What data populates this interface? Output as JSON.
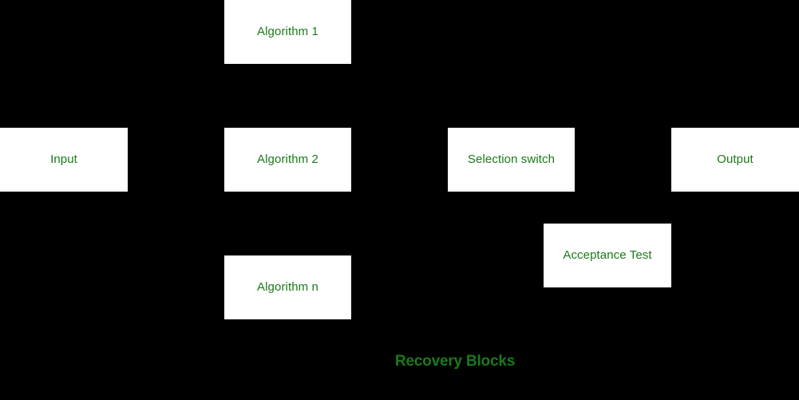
{
  "diagram": {
    "title": "Recovery Blocks",
    "caption": "Recovery Blocks",
    "background_color": "#000000",
    "node_fill_color": "#ffffff",
    "text_color": "#1a7a1a",
    "nodes": [
      {
        "id": "input",
        "label": "Input"
      },
      {
        "id": "algorithm-1",
        "label": "Algorithm 1"
      },
      {
        "id": "algorithm-2",
        "label": "Algorithm 2"
      },
      {
        "id": "algorithm-n",
        "label": "Algorithm n"
      },
      {
        "id": "selection-switch",
        "label": "Selection switch"
      },
      {
        "id": "acceptance-test",
        "label": "Acceptance Test"
      },
      {
        "id": "output",
        "label": "Output"
      }
    ]
  }
}
